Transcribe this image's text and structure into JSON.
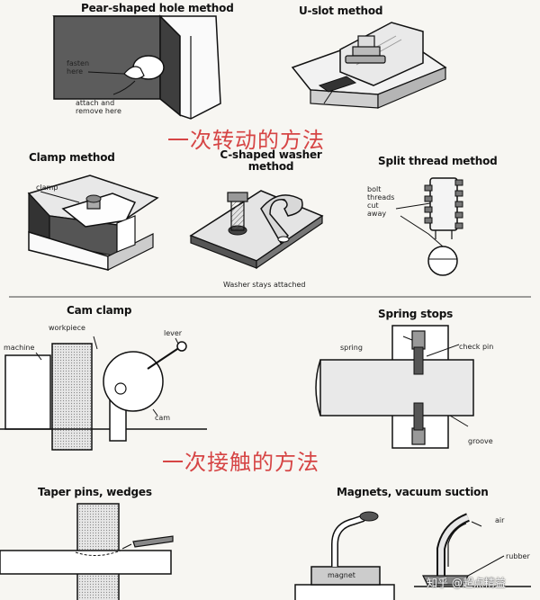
{
  "section1": {
    "heading": "一次转动的方法",
    "pear": {
      "title": "Pear-shaped hole method",
      "note1": "fasten here",
      "note2": "attach and remove here"
    },
    "uslot": {
      "title": "U-slot method"
    },
    "clamp": {
      "title": "Clamp method",
      "note": "clamp"
    },
    "cwasher": {
      "title": "C-shaped washer method",
      "caption": "Washer stays attached"
    },
    "split": {
      "title": "Split thread method",
      "note": "bolt threads cut away"
    }
  },
  "section2": {
    "heading": "一次接触的方法",
    "cam": {
      "title": "Cam clamp",
      "workpiece": "workpiece",
      "machine": "machine",
      "lever": "lever",
      "cam": "cam"
    },
    "spring": {
      "title": "Spring stops",
      "spring": "spring",
      "checkpin": "check pin",
      "groove": "groove"
    },
    "taper": {
      "title": "Taper pins, wedges"
    },
    "magnets": {
      "title": "Magnets, vacuum suction",
      "magnet": "magnet",
      "air": "air",
      "rubber": "rubber"
    }
  },
  "watermark": "知乎 @超点精益"
}
